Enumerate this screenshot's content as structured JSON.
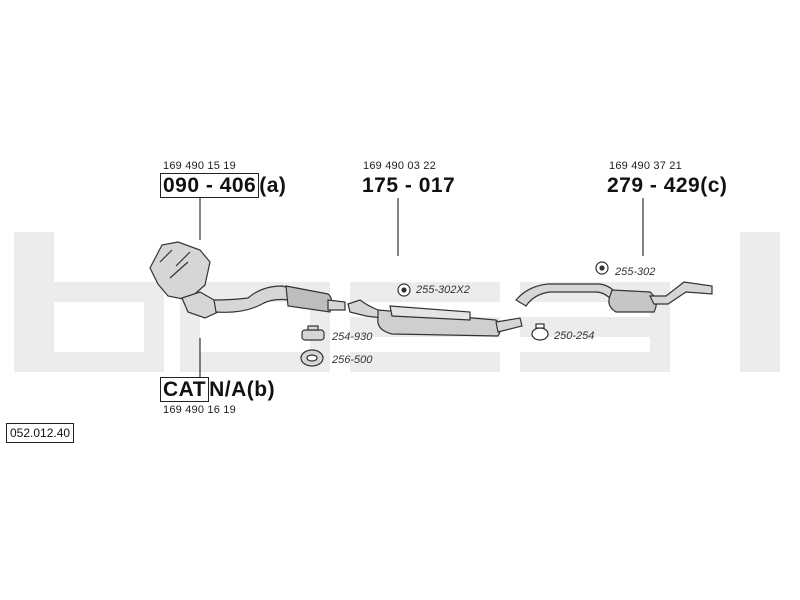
{
  "diagram_number": "052.012.40",
  "watermark": {
    "text": "bosal",
    "color": "#ececec"
  },
  "parts": {
    "front": {
      "oem": "169 490 15 19",
      "part": "090 - 406",
      "suffix": "(a)"
    },
    "cat": {
      "oem": "169 490 16 19",
      "part": "CAT",
      "suffix": "N/A(b)"
    },
    "middle": {
      "oem": "169 490 03 22",
      "part": "175 - 017"
    },
    "rear": {
      "oem": "169 490 37 21",
      "part": "279 - 429",
      "suffix": "(c)"
    }
  },
  "accessories": {
    "clamp_gasket": "254-930",
    "ring_gasket": "256-500",
    "hanger_mid": "255-302X2",
    "clamp_mid": "250-254",
    "hanger_rear": "255-302"
  },
  "colors": {
    "line": "#333333",
    "part_fill": "#d6d6d6",
    "part_shade": "#9a9a9a"
  },
  "icons": [
    "rubber-hanger-icon",
    "clamp-icon",
    "gasket-ring-icon"
  ]
}
